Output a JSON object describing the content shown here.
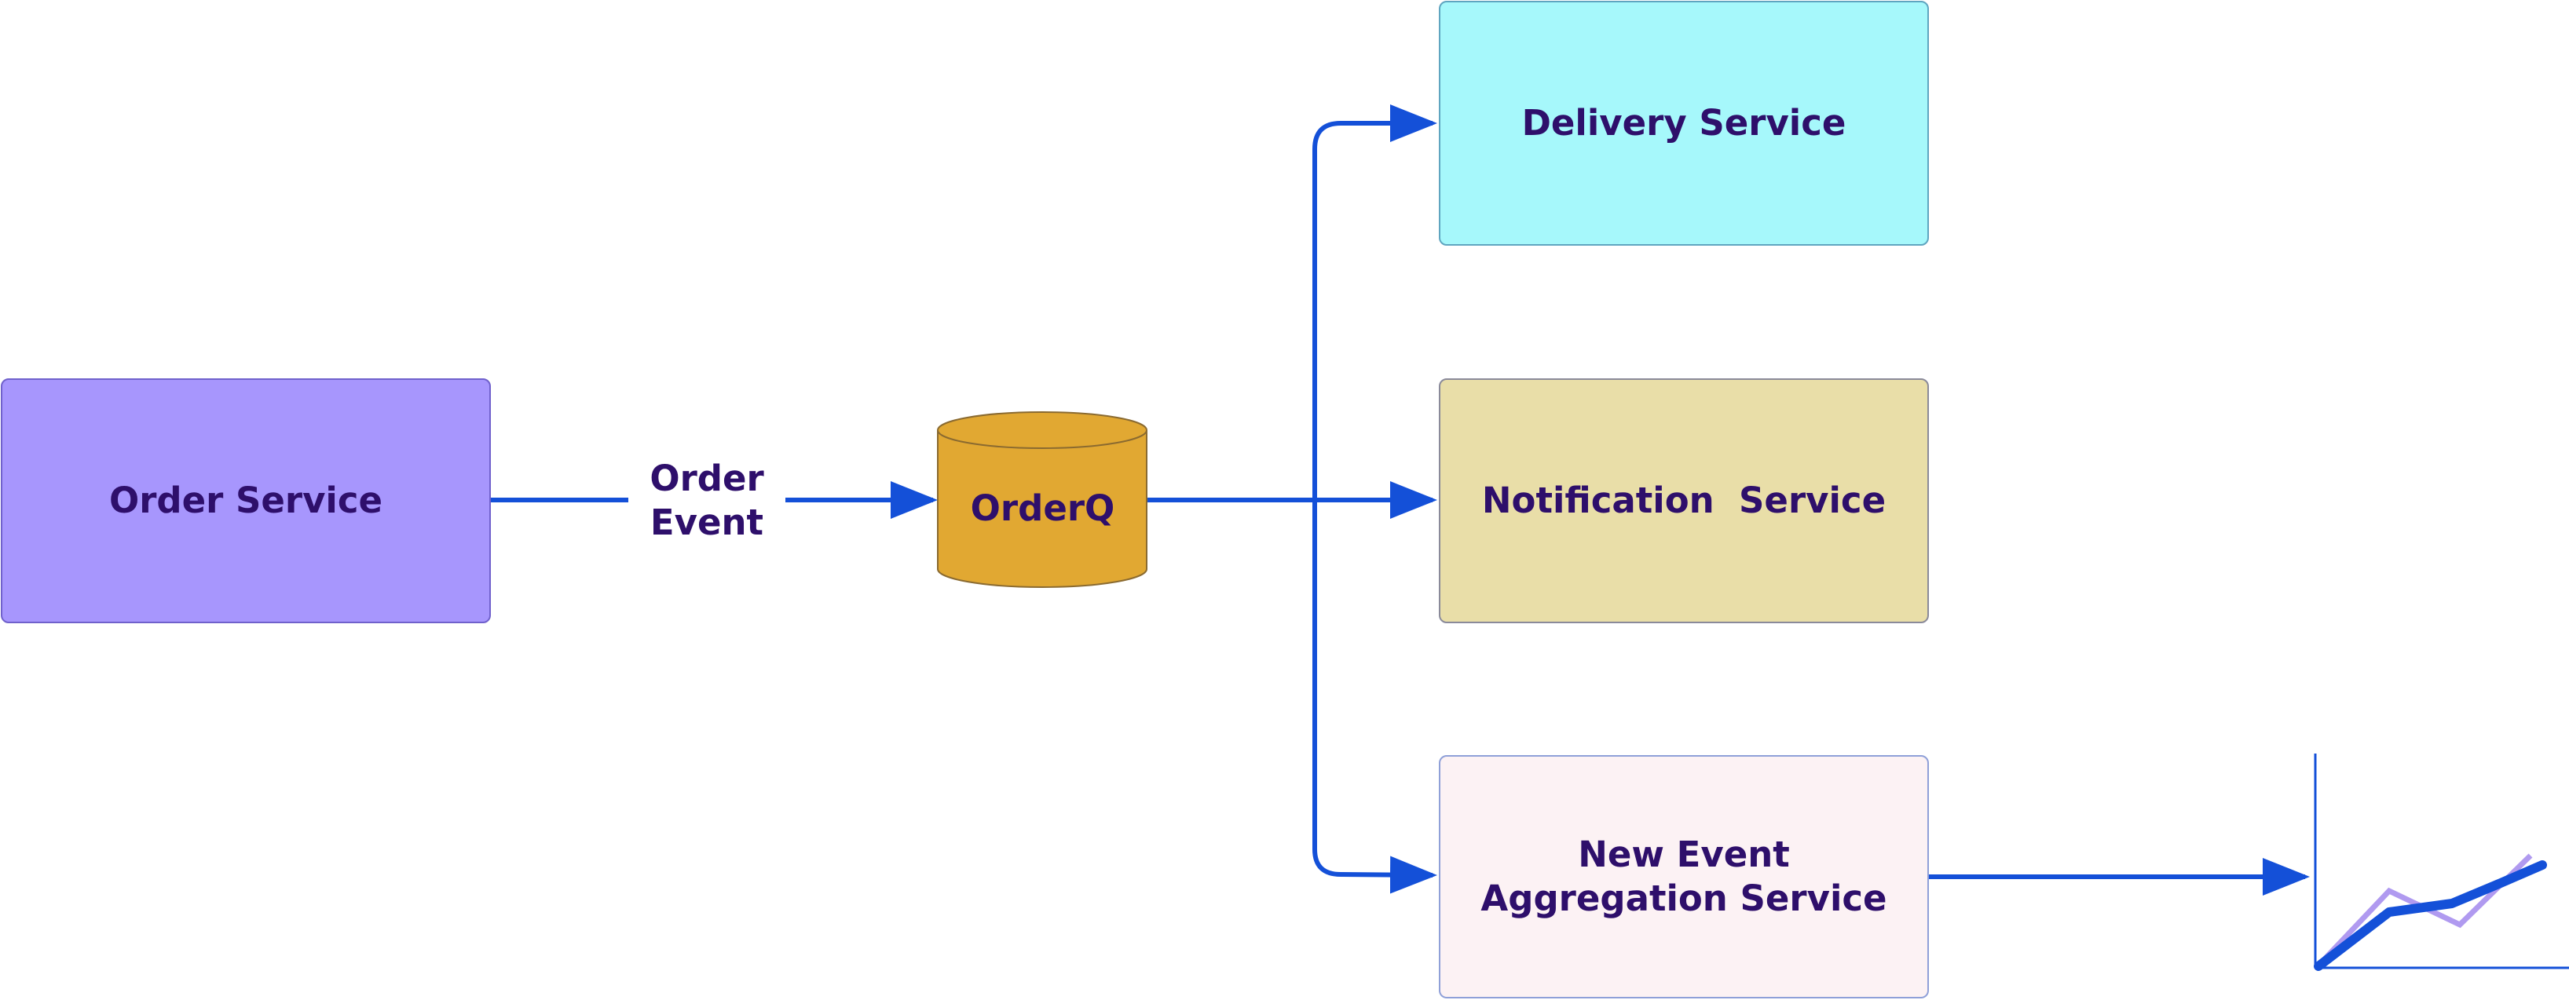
{
  "nodes": {
    "order_service": "Order Service",
    "queue": "OrderQ",
    "delivery_service": "Delivery Service",
    "notification_service": "Notification  Service",
    "aggregation_service": "New Event\nAggregation Service"
  },
  "edges": {
    "order_to_queue_label": "Order\nEvent"
  },
  "colors": {
    "arrow": "#1450d8",
    "text": "#2e0f6b",
    "order_service_fill": "#a796fd",
    "queue_fill": "#e1a832",
    "delivery_fill": "#a6f8fb",
    "notification_fill": "#e9dea8",
    "aggregation_fill": "#fcf2f4",
    "chart_line_primary": "#1450d8",
    "chart_line_secondary": "#b09af0"
  },
  "icons": {
    "queue": "database-cylinder-icon",
    "output": "line-chart-icon"
  }
}
